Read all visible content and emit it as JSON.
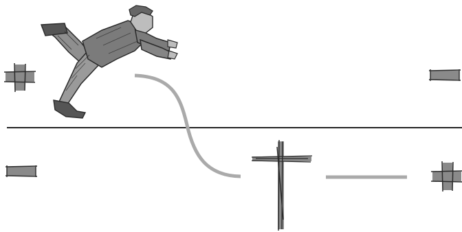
{
  "scene": {
    "background": "#ffffff",
    "axis_color": "#222222",
    "curve_color": "#aaaaaa",
    "sketch_fill": "#8a8a8a",
    "sketch_stroke": "#2a2a2a",
    "elements": {
      "figure": "falling-man-sketch",
      "left_top_sign": "plus",
      "left_bottom_sign": "minus",
      "right_top_sign": "minus",
      "right_bottom_sign": "plus",
      "center_mark": "cross",
      "curve": "s-curve",
      "flat_segment": "horizontal-line"
    }
  }
}
